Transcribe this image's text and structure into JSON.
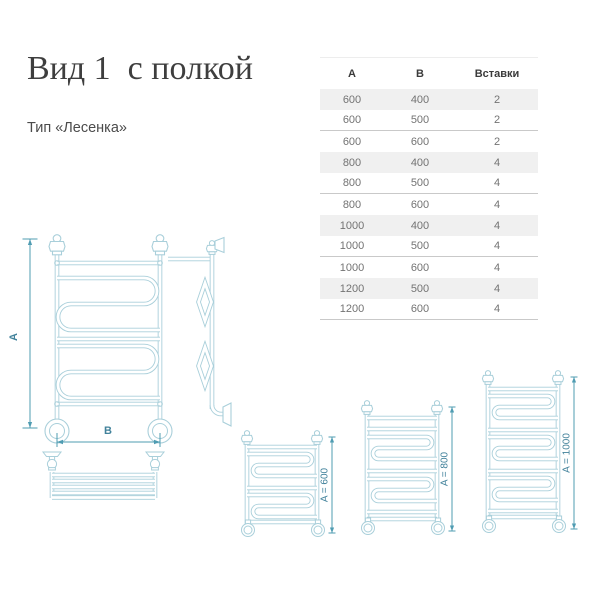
{
  "page": {
    "title": "Вид 1  с полкой",
    "subtitle": "Тип «Лесенка»"
  },
  "table": {
    "headers": [
      "A",
      "B",
      "Вставки"
    ],
    "rows": [
      [
        "600",
        "400",
        "2"
      ],
      [
        "600",
        "500",
        "2"
      ],
      [
        "600",
        "600",
        "2"
      ],
      [
        "800",
        "400",
        "4"
      ],
      [
        "800",
        "500",
        "4"
      ],
      [
        "800",
        "600",
        "4"
      ],
      [
        "1000",
        "400",
        "4"
      ],
      [
        "1000",
        "500",
        "4"
      ],
      [
        "1000",
        "600",
        "4"
      ],
      [
        "1200",
        "500",
        "4"
      ],
      [
        "1200",
        "600",
        "4"
      ]
    ],
    "shaded_rows": [
      0,
      3,
      6,
      9
    ],
    "divider_rows": [
      1,
      4,
      7,
      10
    ]
  },
  "drawings": {
    "front_view": {
      "dim_height_label": "A",
      "dim_width_label": "B"
    },
    "variants": [
      {
        "label": "A = 600"
      },
      {
        "label": "A = 800"
      },
      {
        "label": "A = 1000"
      }
    ]
  },
  "colors": {
    "line": "#a9cfda",
    "dim": "#4f9cb2",
    "dim_text": "#42829b",
    "table_shade": "#f0f0f0",
    "table_divider": "#c9c9c9"
  }
}
